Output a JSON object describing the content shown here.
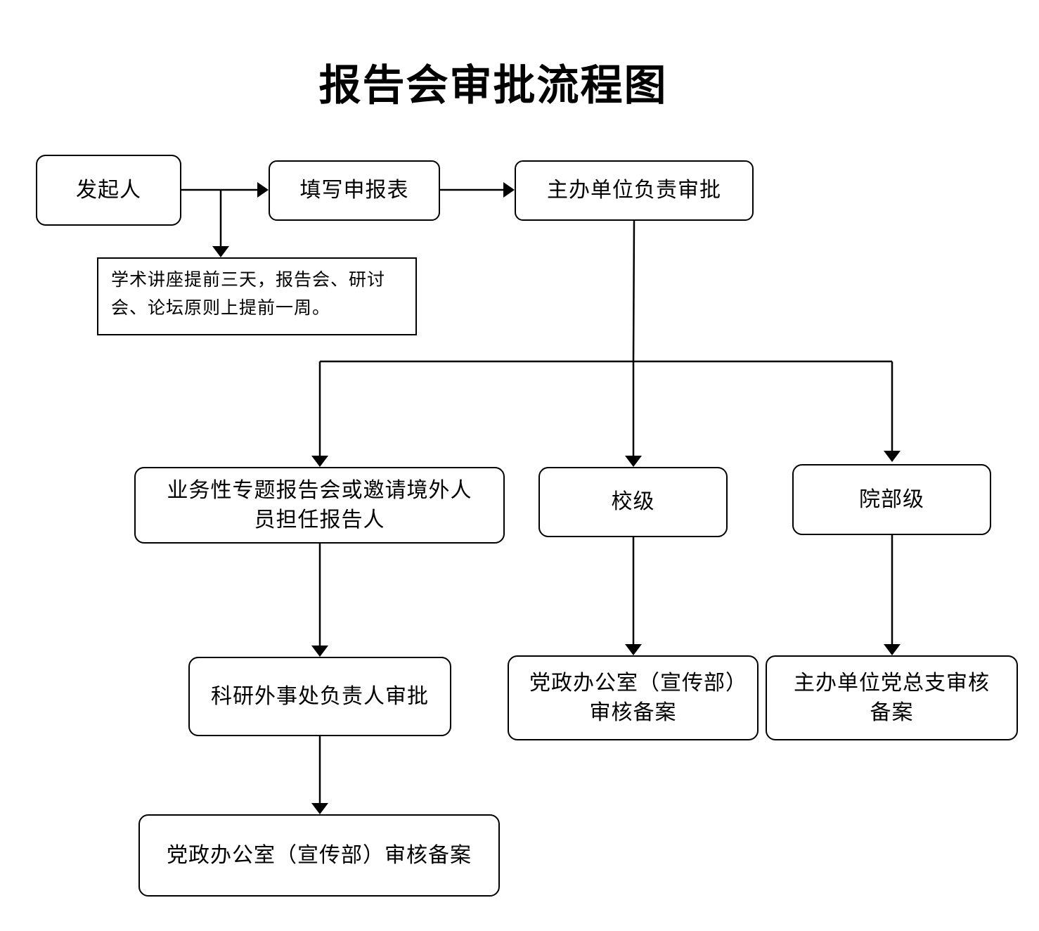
{
  "title": "报告会审批流程图",
  "nodes": {
    "initiator": "发起人",
    "fill_form": "填写申报表",
    "host_unit_approval": "主办单位负责审批",
    "note": "学术讲座提前三天，报告会、研讨会、论坛原则上提前一周。",
    "topical_report": "业务性专题报告会或邀请境外人员担任报告人",
    "school_level": "校级",
    "college_level": "院部级",
    "research_foreign_affairs": "科研外事处负责人审批",
    "party_office_school": "党政办公室（宣传部）审核备案",
    "party_branch": "主办单位党总支审核备案",
    "party_office_final": "党政办公室（宣传部）审核备案"
  },
  "colors": {
    "line": "#000000",
    "box_border": "#000000",
    "background": "#ffffff"
  }
}
